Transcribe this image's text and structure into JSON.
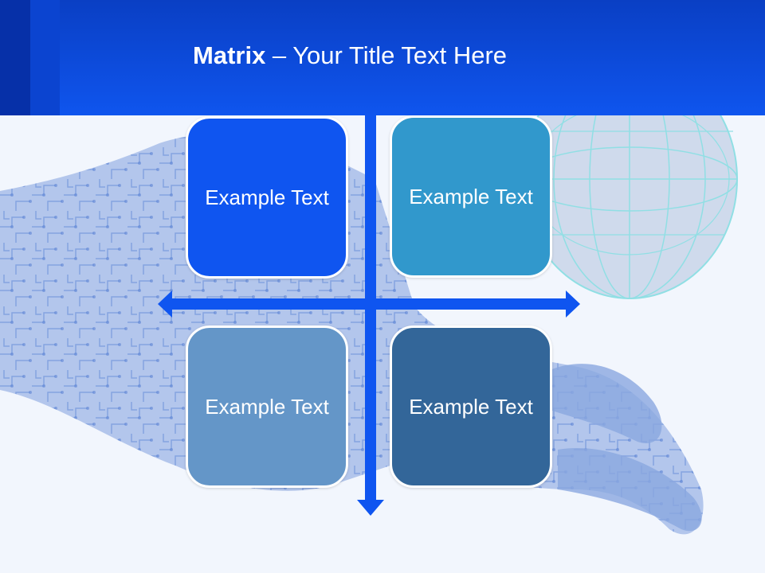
{
  "slide": {
    "title_bold": "Matrix",
    "title_rest": " – Your Title Text Here"
  },
  "matrix": {
    "cells": [
      {
        "label": "Example Text",
        "color": "#0f55f0"
      },
      {
        "label": "Example Text",
        "color": "#3198cc"
      },
      {
        "label": "Example Text",
        "color": "#6496c8"
      },
      {
        "label": "Example Text",
        "color": "#336699"
      }
    ],
    "arrow_color": "#0f55f0"
  },
  "colors": {
    "header": "#0f55ee",
    "background": "#f2f6fd"
  }
}
